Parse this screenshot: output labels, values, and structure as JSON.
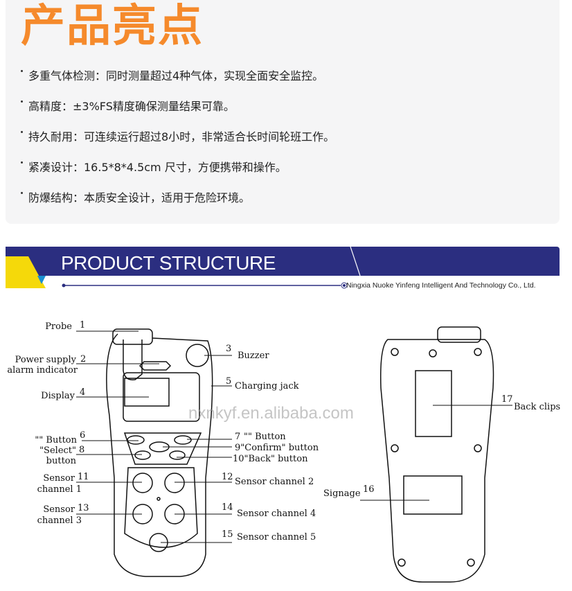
{
  "highlights": {
    "title": "产品亮点",
    "items": [
      "多重气体检测：同时测量超过4种气体，实现全面安全监控。",
      "高精度：±3%FS精度确保测量结果可靠。",
      "持久耐用：可连续运行超过8小时，非常适合长时间轮班工作。",
      "紧凑设计：16.5*8*4.5cm 尺寸，方便携带和操作。",
      "防爆结构：本质安全设计，适用于危险环境。"
    ]
  },
  "structure": {
    "title": "PRODUCT STRUCTURE",
    "company": "Ningxia Nuoke Yinfeng Intelligent And Technology Co., Ltd.",
    "watermark": "nxnkyf.en.alibaba.com",
    "colors": {
      "navy": "#2b2e80",
      "yellow": "#f5d90a",
      "blue": "#1a8fd0",
      "orange": "#f58a2c"
    },
    "labels": {
      "probe": "Probe",
      "n1": "1",
      "power1": "Power supply",
      "power2": "alarm indicator",
      "n2": "2",
      "buzzer": "Buzzer",
      "n3": "3",
      "display": "Display",
      "n4": "4",
      "charging": "Charging jack",
      "n5": "5",
      "btn6": "\"\" Button",
      "n6": "6",
      "btn7": "\"\" Button",
      "n7": "7",
      "select1": "\"Select\"",
      "select2": "button",
      "n8": "8",
      "confirm": "9\"Confirm\" button",
      "back": "10\"Back\" button",
      "s1a": "Sensor",
      "s1b": "channel 1",
      "n11": "11",
      "s2": "Sensor channel 2",
      "n12": "12",
      "s3a": "Sensor",
      "s3b": "channel 3",
      "n13": "13",
      "s4": "Sensor channel 4",
      "n14": "14",
      "s5": "Sensor channel 5",
      "n15": "15",
      "signage": "Signage",
      "n16": "16",
      "clips": "Back clips",
      "n17": "17"
    }
  }
}
